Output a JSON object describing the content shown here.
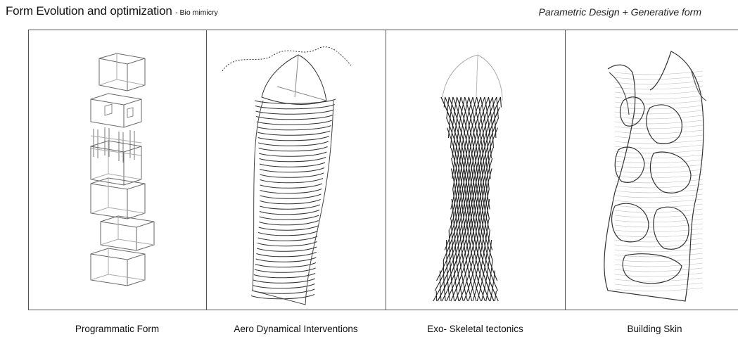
{
  "header": {
    "title": "Form Evolution and optimization",
    "subtitle": "- Bio mimicry",
    "right_title": "Parametric Design + Generative form"
  },
  "panels": [
    {
      "caption": "Programmatic Form",
      "icon": "stacked-boxes"
    },
    {
      "caption": "Aero Dynamical Interventions",
      "icon": "layered-plates-tower"
    },
    {
      "caption": "Exo- Skeletal tectonics",
      "icon": "diagrid-tower"
    },
    {
      "caption": "Building Skin",
      "icon": "organic-skin-tower"
    }
  ],
  "colors": {
    "line": "#333333",
    "light": "#999999",
    "frame": "#555555"
  }
}
